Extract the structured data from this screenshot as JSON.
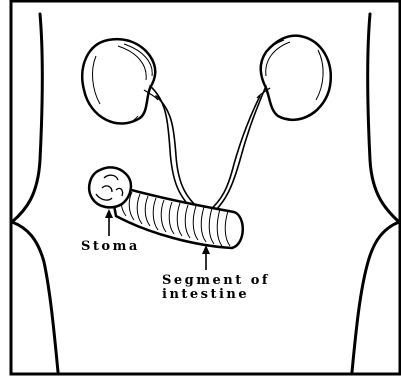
{
  "labels": {
    "stoma": "Stoma",
    "segment_line1": "Segment of",
    "segment_line2": "intestine"
  },
  "colors": {
    "ink": "#000000",
    "background": "#ffffff"
  }
}
